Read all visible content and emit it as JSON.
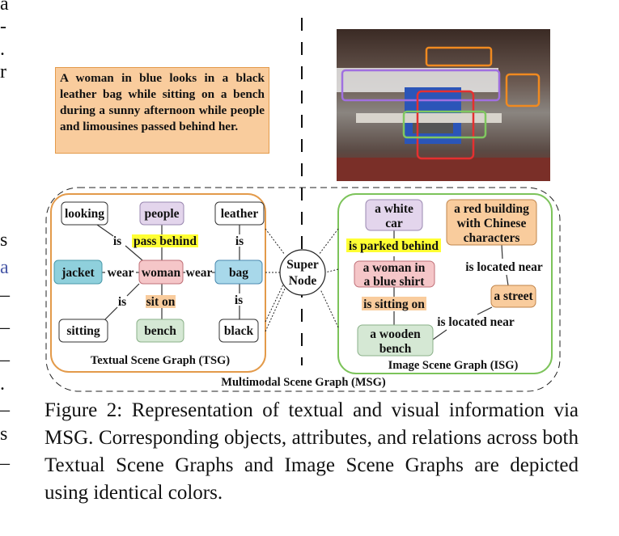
{
  "left_column_fragments": [
    "a",
    "-",
    ".",
    "r",
    "s",
    "a",
    "–",
    "–",
    "–",
    ".",
    "–",
    "s",
    "–"
  ],
  "description_text": "A woman in blue looks in a black leather bag while sitting on a bench during a sunny afternoon while people and limousines passed behind her.",
  "tsg": {
    "title": "Textual Scene Graph (TSG)",
    "nodes": {
      "looking": "looking",
      "people": "people",
      "leather": "leather",
      "jacket": "jacket",
      "woman": "woman",
      "bag": "bag",
      "sitting": "sitting",
      "bench": "bench",
      "black": "black"
    },
    "edges": {
      "is_looking": "is",
      "pass_behind": "pass behind",
      "is_leather": "is",
      "wear_jacket": "wear",
      "wear_bag": "wear",
      "is_sitting": "is",
      "sit_on": "sit on",
      "is_black": "is"
    }
  },
  "super_node": {
    "line1": "Super",
    "line2": "Node"
  },
  "isg": {
    "title": "Image Scene Graph (ISG)",
    "nodes": {
      "car": [
        "a white",
        "car"
      ],
      "building": [
        "a red building",
        "with Chinese",
        "characters"
      ],
      "woman": [
        "a woman in",
        "a blue shirt"
      ],
      "street": "a street",
      "bench": [
        "a wooden",
        "bench"
      ]
    },
    "edges": {
      "parked": "is parked behind",
      "sitting": "is sitting on",
      "near_upper": "is located near",
      "near_lower": "is located near"
    }
  },
  "msg_title": "Multimodal Scene Graph (MSG)",
  "caption": "Figure 2: Representation of textual and visual information via MSG. Corresponding objects, attributes, and relations across both Textual Scene Graphs and Image Scene Graphs are depicted using identical colors.",
  "colors": {
    "purple": "#e3d5ec",
    "pink": "#f5c6c8",
    "blue": "#a8d8ea",
    "green": "#d5e8d4",
    "orange": "#f9cc9d",
    "yellow": "#ffff33",
    "tsg_border": "#e39a4a",
    "isg_border": "#7cc35a"
  }
}
